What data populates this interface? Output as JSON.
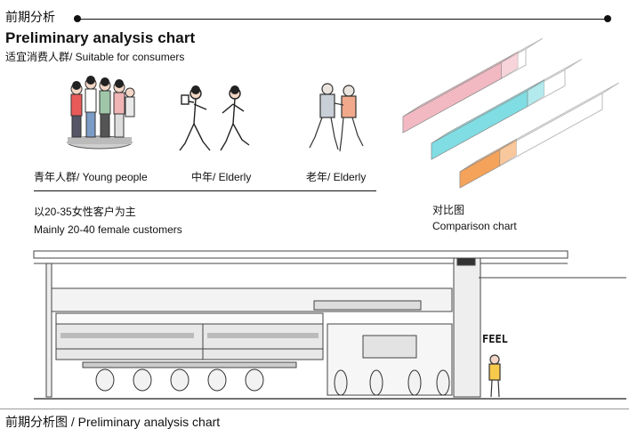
{
  "header": {
    "cn_title": "前期分析",
    "title": "Preliminary analysis chart",
    "subtitle": "适宜消费人群/ Suitable for consumers"
  },
  "groups": [
    {
      "label": "青年人群/ Young people"
    },
    {
      "label": "中年/ Elderly"
    },
    {
      "label": "老年/ Elderly"
    }
  ],
  "note": {
    "cn": "以20-35女性客户为主",
    "en": "Mainly 20-40 female customers"
  },
  "comparison": {
    "cn": "对比图",
    "en": "Comparison chart",
    "bars": [
      {
        "color": "#f2b9c2"
      },
      {
        "color": "#7fdde3"
      },
      {
        "color": "#f5a35a"
      }
    ]
  },
  "elevation": {
    "sign": "FEEL"
  },
  "footer": {
    "caption": "前期分析图 / Preliminary analysis chart"
  }
}
